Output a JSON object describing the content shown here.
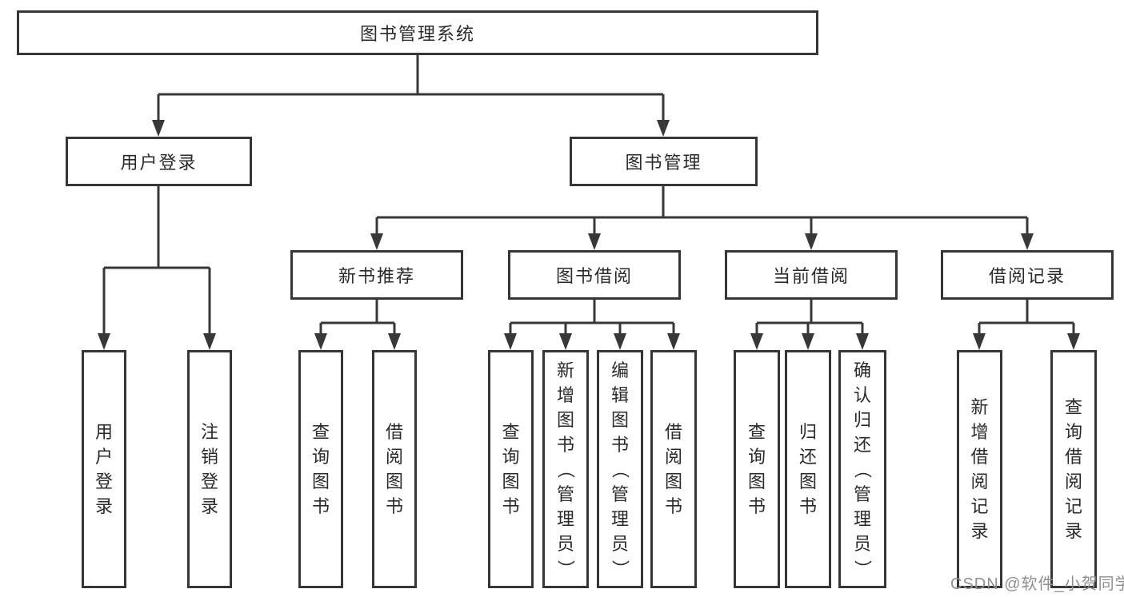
{
  "colors": {
    "line": "#383838",
    "box_border": "#363636",
    "text": "#2a2a2a",
    "watermark": "#8f8f8f",
    "background": "#ffffff"
  },
  "watermark": {
    "text": "CSDN @软件_小贺同学"
  },
  "tree": {
    "root": {
      "label": "图书管理系统",
      "children": [
        {
          "label": "用户登录",
          "children": [
            {
              "label": "用户登录"
            },
            {
              "label": "注销登录"
            }
          ]
        },
        {
          "label": "图书管理",
          "children": [
            {
              "label": "新书推荐",
              "children": [
                {
                  "label": "查询图书"
                },
                {
                  "label": "借阅图书"
                }
              ]
            },
            {
              "label": "图书借阅",
              "children": [
                {
                  "label": "查询图书"
                },
                {
                  "label": "新增图书（管理员）"
                },
                {
                  "label": "编辑图书（管理员）"
                },
                {
                  "label": "借阅图书"
                }
              ]
            },
            {
              "label": "当前借阅",
              "children": [
                {
                  "label": "查询图书"
                },
                {
                  "label": "归还图书"
                },
                {
                  "label": "确认归还（管理员）"
                }
              ]
            },
            {
              "label": "借阅记录",
              "children": [
                {
                  "label": "新增借阅记录"
                },
                {
                  "label": "查询借阅记录"
                }
              ]
            }
          ]
        }
      ]
    }
  }
}
